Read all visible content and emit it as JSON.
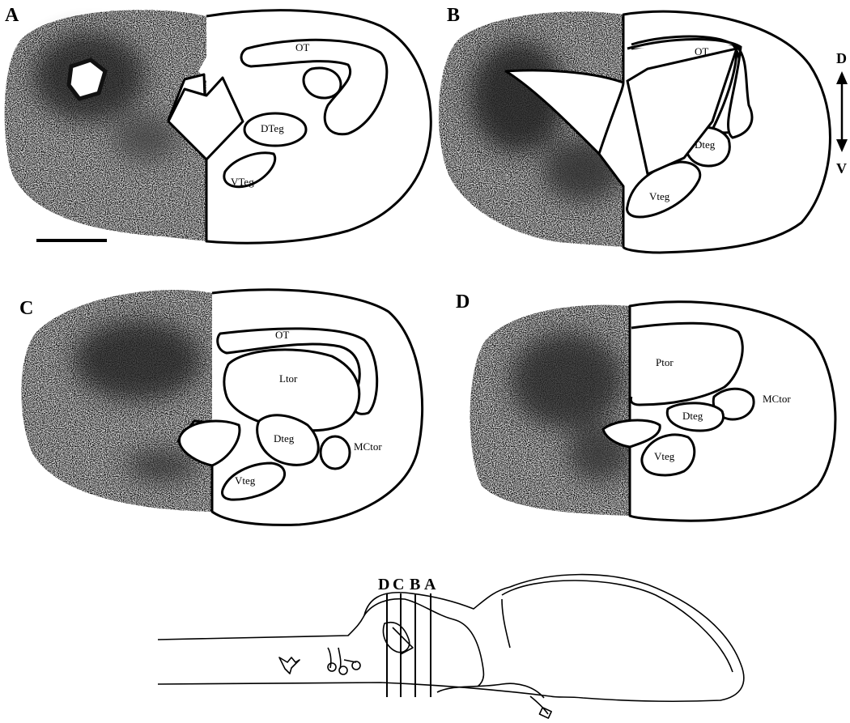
{
  "panels": [
    {
      "letter": "A",
      "labels": [
        "OT",
        "DTeg",
        "VTeg"
      ]
    },
    {
      "letter": "B",
      "labels": [
        "OT",
        "Dteg",
        "Vteg"
      ]
    },
    {
      "letter": "C",
      "labels": [
        "OT",
        "Ltor",
        "Dteg",
        "MCtor",
        "Vteg"
      ]
    },
    {
      "letter": "D",
      "labels": [
        "Ptor",
        "MCtor",
        "Dteg",
        "Vteg"
      ]
    }
  ],
  "orientation": {
    "dorsal": "D",
    "ventral": "V"
  },
  "section_levels": [
    "D",
    "C",
    "B",
    "A"
  ]
}
